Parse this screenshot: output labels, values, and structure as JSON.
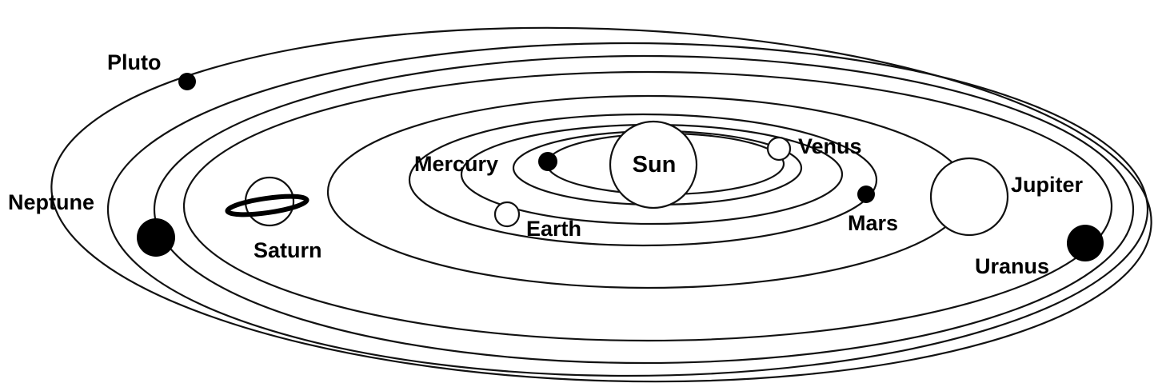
{
  "colors": {
    "line": "#111111",
    "dark_planet": "#000000",
    "light_planet": "#ffffff",
    "background": "#ffffff"
  },
  "labels": {
    "sun": "Sun",
    "mercury": "Mercury",
    "venus": "Venus",
    "earth": "Earth",
    "mars": "Mars",
    "jupiter": "Jupiter",
    "saturn": "Saturn",
    "uranus": "Uranus",
    "neptune": "Neptune",
    "pluto": "Pluto"
  }
}
